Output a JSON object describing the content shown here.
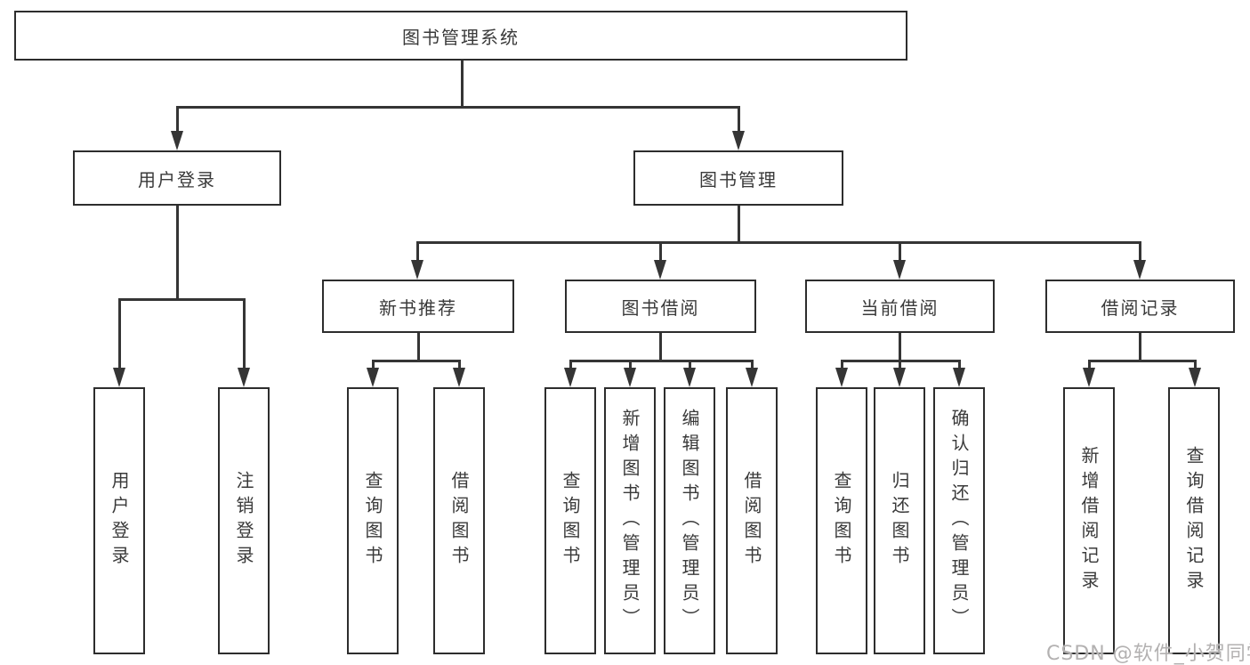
{
  "colors": {
    "line": "#353535",
    "border": "#2d2d2d",
    "text": "#3a3a3a",
    "watermark": "#b3b1b1",
    "background": "#ffffff"
  },
  "nodes": {
    "root": "图书管理系统",
    "user_login": "用户登录",
    "book_management": "图书管理",
    "new_book_recommend": "新书推荐",
    "book_borrow": "图书借阅",
    "current_borrow": "当前借阅",
    "borrow_record": "借阅记录",
    "leaves": {
      "user_login": [
        "用户登录",
        "注销登录"
      ],
      "new_book_recommend": [
        "查询图书",
        "借阅图书"
      ],
      "book_borrow": [
        "查询图书",
        "新增图书（管理员）",
        "编辑图书（管理员）",
        "借阅图书"
      ],
      "current_borrow": [
        "查询图书",
        "归还图书",
        "确认归还（管理员）"
      ],
      "borrow_record": [
        "新增借阅记录",
        "查询借阅记录"
      ]
    }
  },
  "watermark": "CSDN @软件_小贺同学"
}
